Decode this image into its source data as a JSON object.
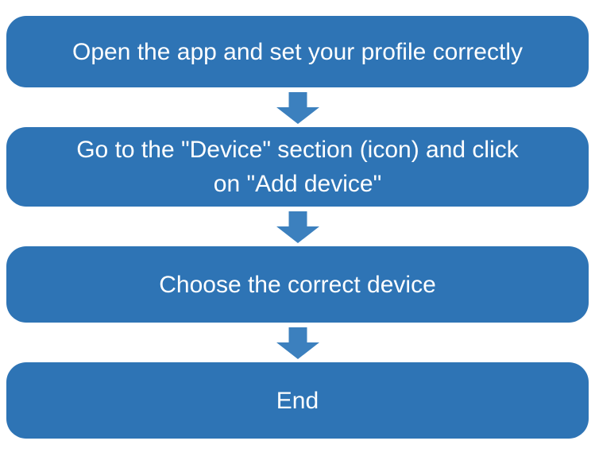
{
  "diagram": {
    "type": "flowchart",
    "direction": "top-to-bottom",
    "steps": [
      {
        "lines": [
          "Open the app and set your profile correctly"
        ]
      },
      {
        "lines": [
          "Go to the \"Device\" section (icon) and click",
          "on \"Add device\""
        ]
      },
      {
        "lines": [
          "Choose the correct device"
        ]
      },
      {
        "lines": [
          "End"
        ]
      }
    ],
    "connector": "down-block-arrow",
    "colors": {
      "box_fill": "#2E74B5",
      "arrow_fill": "#3C80BE",
      "text": "#FFFFFF",
      "background": "#FFFFFF"
    }
  }
}
